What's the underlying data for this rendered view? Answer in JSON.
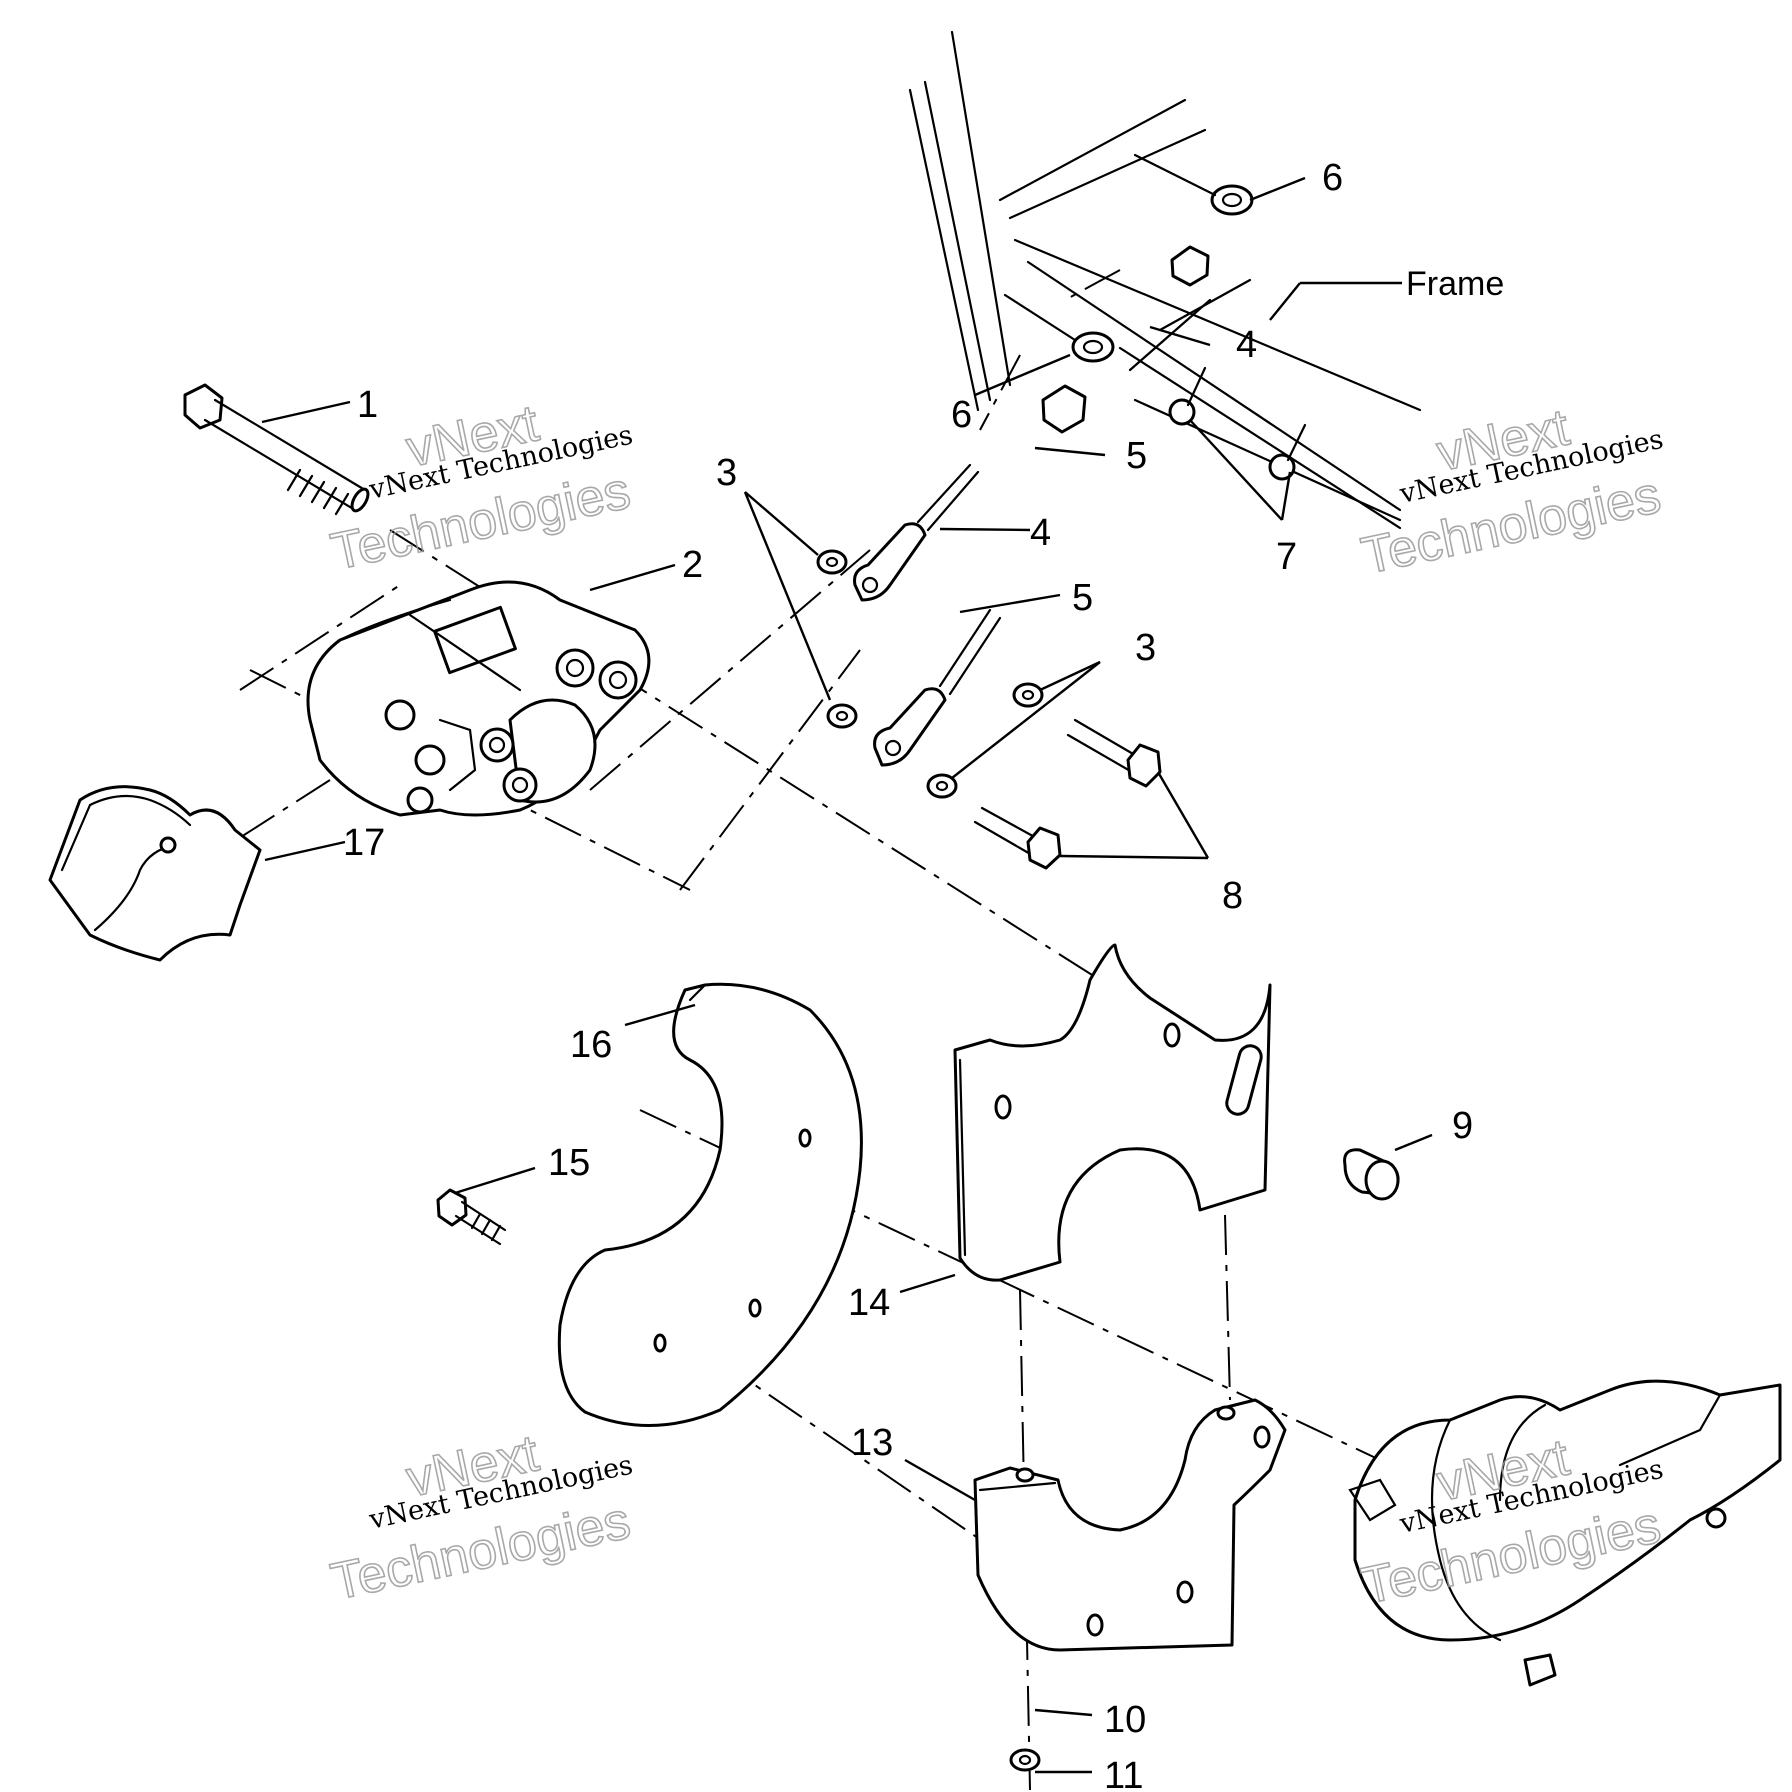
{
  "callouts": [
    "1",
    "2",
    "3",
    "3",
    "4",
    "4",
    "5",
    "5",
    "6",
    "6",
    "7",
    "8",
    "9",
    "10",
    "11",
    "13",
    "14",
    "15",
    "16",
    "17"
  ],
  "frame_label": "Frame",
  "watermark": {
    "line1": "vNext",
    "line2": "vNext Technologies",
    "line3": "Technologies"
  }
}
